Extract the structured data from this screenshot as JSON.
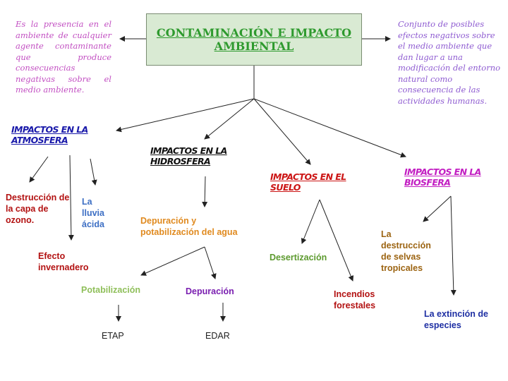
{
  "title": "CONTAMINACIÓN E IMPACTO AMBIENTAL",
  "definitions": {
    "left": "Es la presencia en el ambiente de cualquier agente contaminante que produce consecuencias negativas sobre el medio ambiente.",
    "right": "Conjunto de posibles efectos negativos sobre el medio ambiente que dan lugar a una modificación del entorno natural como consecuencia de las actividades humanas."
  },
  "branches": {
    "atmosfera": {
      "heading": "IMPACTOS EN LA ATMOSFERA",
      "items": [
        "Destrucción de la capa de ozono.",
        "La lluvia ácida",
        "Efecto invernadero"
      ]
    },
    "hidrosfera": {
      "heading": "IMPACTOS EN LA HIDROSFERA",
      "item": "Depuración y potabilización del agua",
      "sub": [
        "Potabilización",
        "Depuración"
      ],
      "sub_results": [
        "ETAP",
        "EDAR"
      ]
    },
    "suelo": {
      "heading": "IMPACTOS EN EL SUELO",
      "items": [
        "Desertización",
        "Incendios forestales"
      ]
    },
    "biosfera": {
      "heading": "IMPACTOS EN LA BIOSFERA",
      "items": [
        "La destrucción de selvas tropicales",
        "La extinción de especies"
      ]
    }
  }
}
